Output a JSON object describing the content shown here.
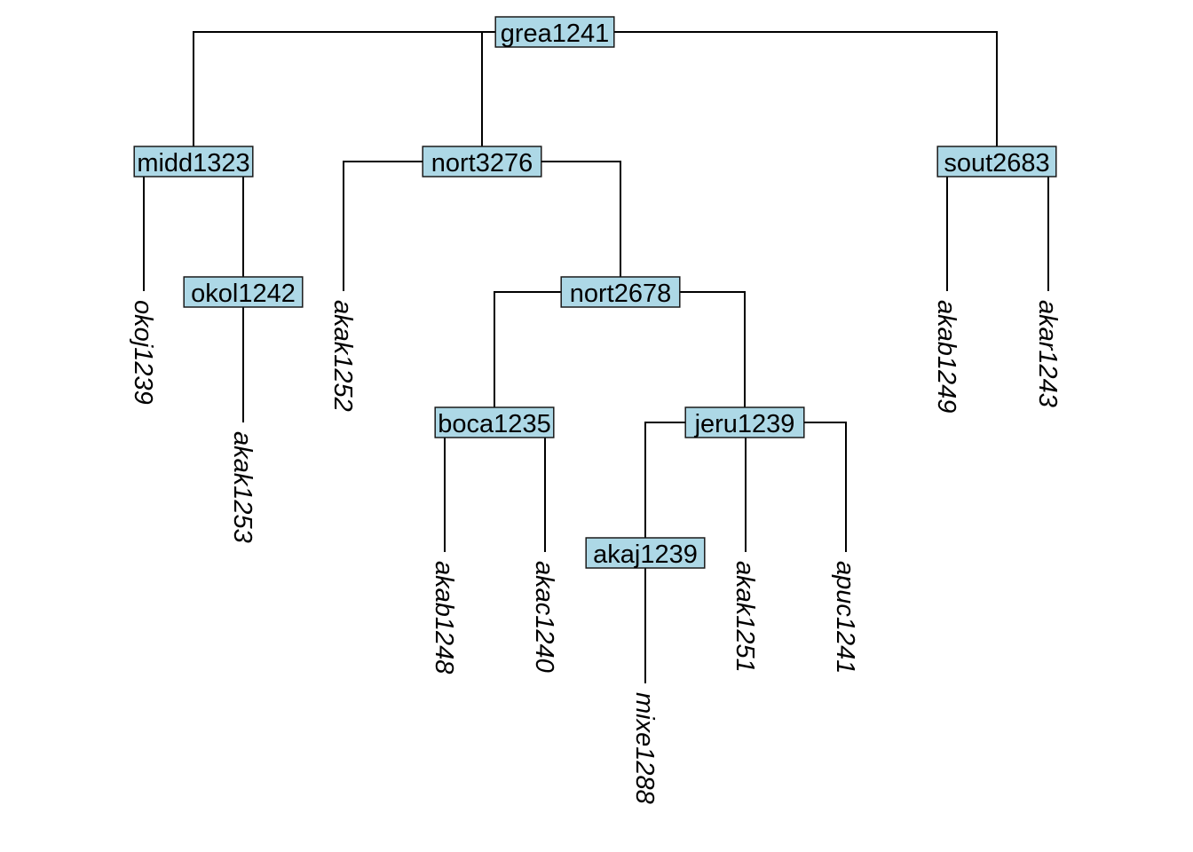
{
  "tree": {
    "node_fill": "#ADD8E6",
    "line_color": "#000000",
    "nodes": [
      {
        "id": "grea1241",
        "label": "grea1241",
        "kind": "internal",
        "parent": null
      },
      {
        "id": "midd1323",
        "label": "midd1323",
        "kind": "internal",
        "parent": "grea1241"
      },
      {
        "id": "nort3276",
        "label": "nort3276",
        "kind": "internal",
        "parent": "grea1241"
      },
      {
        "id": "sout2683",
        "label": "sout2683",
        "kind": "internal",
        "parent": "grea1241"
      },
      {
        "id": "okoj1239",
        "label": "okoj1239",
        "kind": "leaf",
        "parent": "midd1323"
      },
      {
        "id": "okol1242",
        "label": "okol1242",
        "kind": "internal",
        "parent": "midd1323"
      },
      {
        "id": "akak1253",
        "label": "akak1253",
        "kind": "leaf",
        "parent": "okol1242"
      },
      {
        "id": "akak1252",
        "label": "akak1252",
        "kind": "leaf",
        "parent": "nort3276"
      },
      {
        "id": "nort2678",
        "label": "nort2678",
        "kind": "internal",
        "parent": "nort3276"
      },
      {
        "id": "boca1235",
        "label": "boca1235",
        "kind": "internal",
        "parent": "nort2678"
      },
      {
        "id": "jeru1239",
        "label": "jeru1239",
        "kind": "internal",
        "parent": "nort2678"
      },
      {
        "id": "akab1248",
        "label": "akab1248",
        "kind": "leaf",
        "parent": "boca1235"
      },
      {
        "id": "akac1240",
        "label": "akac1240",
        "kind": "leaf",
        "parent": "boca1235"
      },
      {
        "id": "akaj1239",
        "label": "akaj1239",
        "kind": "internal",
        "parent": "jeru1239"
      },
      {
        "id": "mixe1288",
        "label": "mixe1288",
        "kind": "leaf",
        "parent": "akaj1239"
      },
      {
        "id": "akak1251",
        "label": "akak1251",
        "kind": "leaf",
        "parent": "jeru1239"
      },
      {
        "id": "apuc1241",
        "label": "apuc1241",
        "kind": "leaf",
        "parent": "jeru1239"
      },
      {
        "id": "akab1249",
        "label": "akab1249",
        "kind": "leaf",
        "parent": "sout2683"
      },
      {
        "id": "akar1243",
        "label": "akar1243",
        "kind": "leaf",
        "parent": "sout2683"
      }
    ]
  }
}
